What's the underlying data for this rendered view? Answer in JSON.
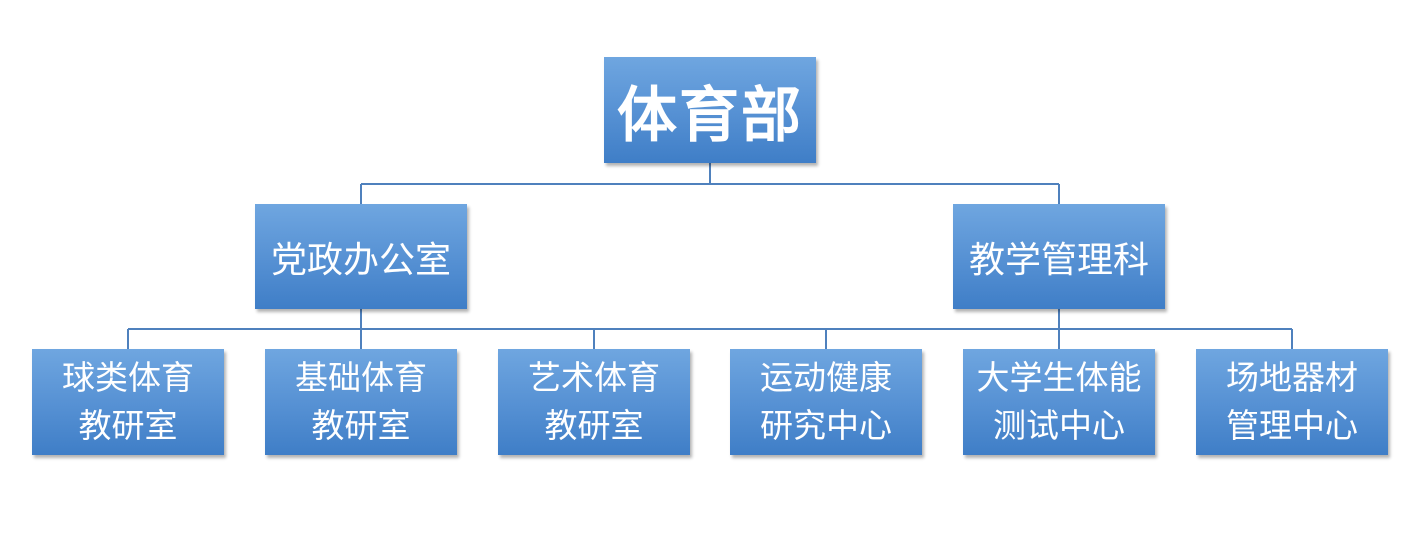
{
  "root": {
    "label": "体育部"
  },
  "branches": [
    {
      "label": "党政办公室"
    },
    {
      "label": "教学管理科"
    }
  ],
  "leaves": [
    {
      "line1": "球类体育",
      "line2": "教研室"
    },
    {
      "line1": "基础体育",
      "line2": "教研室"
    },
    {
      "line1": "艺术体育",
      "line2": "教研室"
    },
    {
      "line1": "运动健康",
      "line2": "研究中心"
    },
    {
      "line1": "大学生体能",
      "line2": "测试中心"
    },
    {
      "line1": "场地器材",
      "line2": "管理中心"
    }
  ],
  "colors": {
    "box_fill": "#5590d3",
    "connector": "#4f81bd",
    "text": "#ffffff"
  }
}
